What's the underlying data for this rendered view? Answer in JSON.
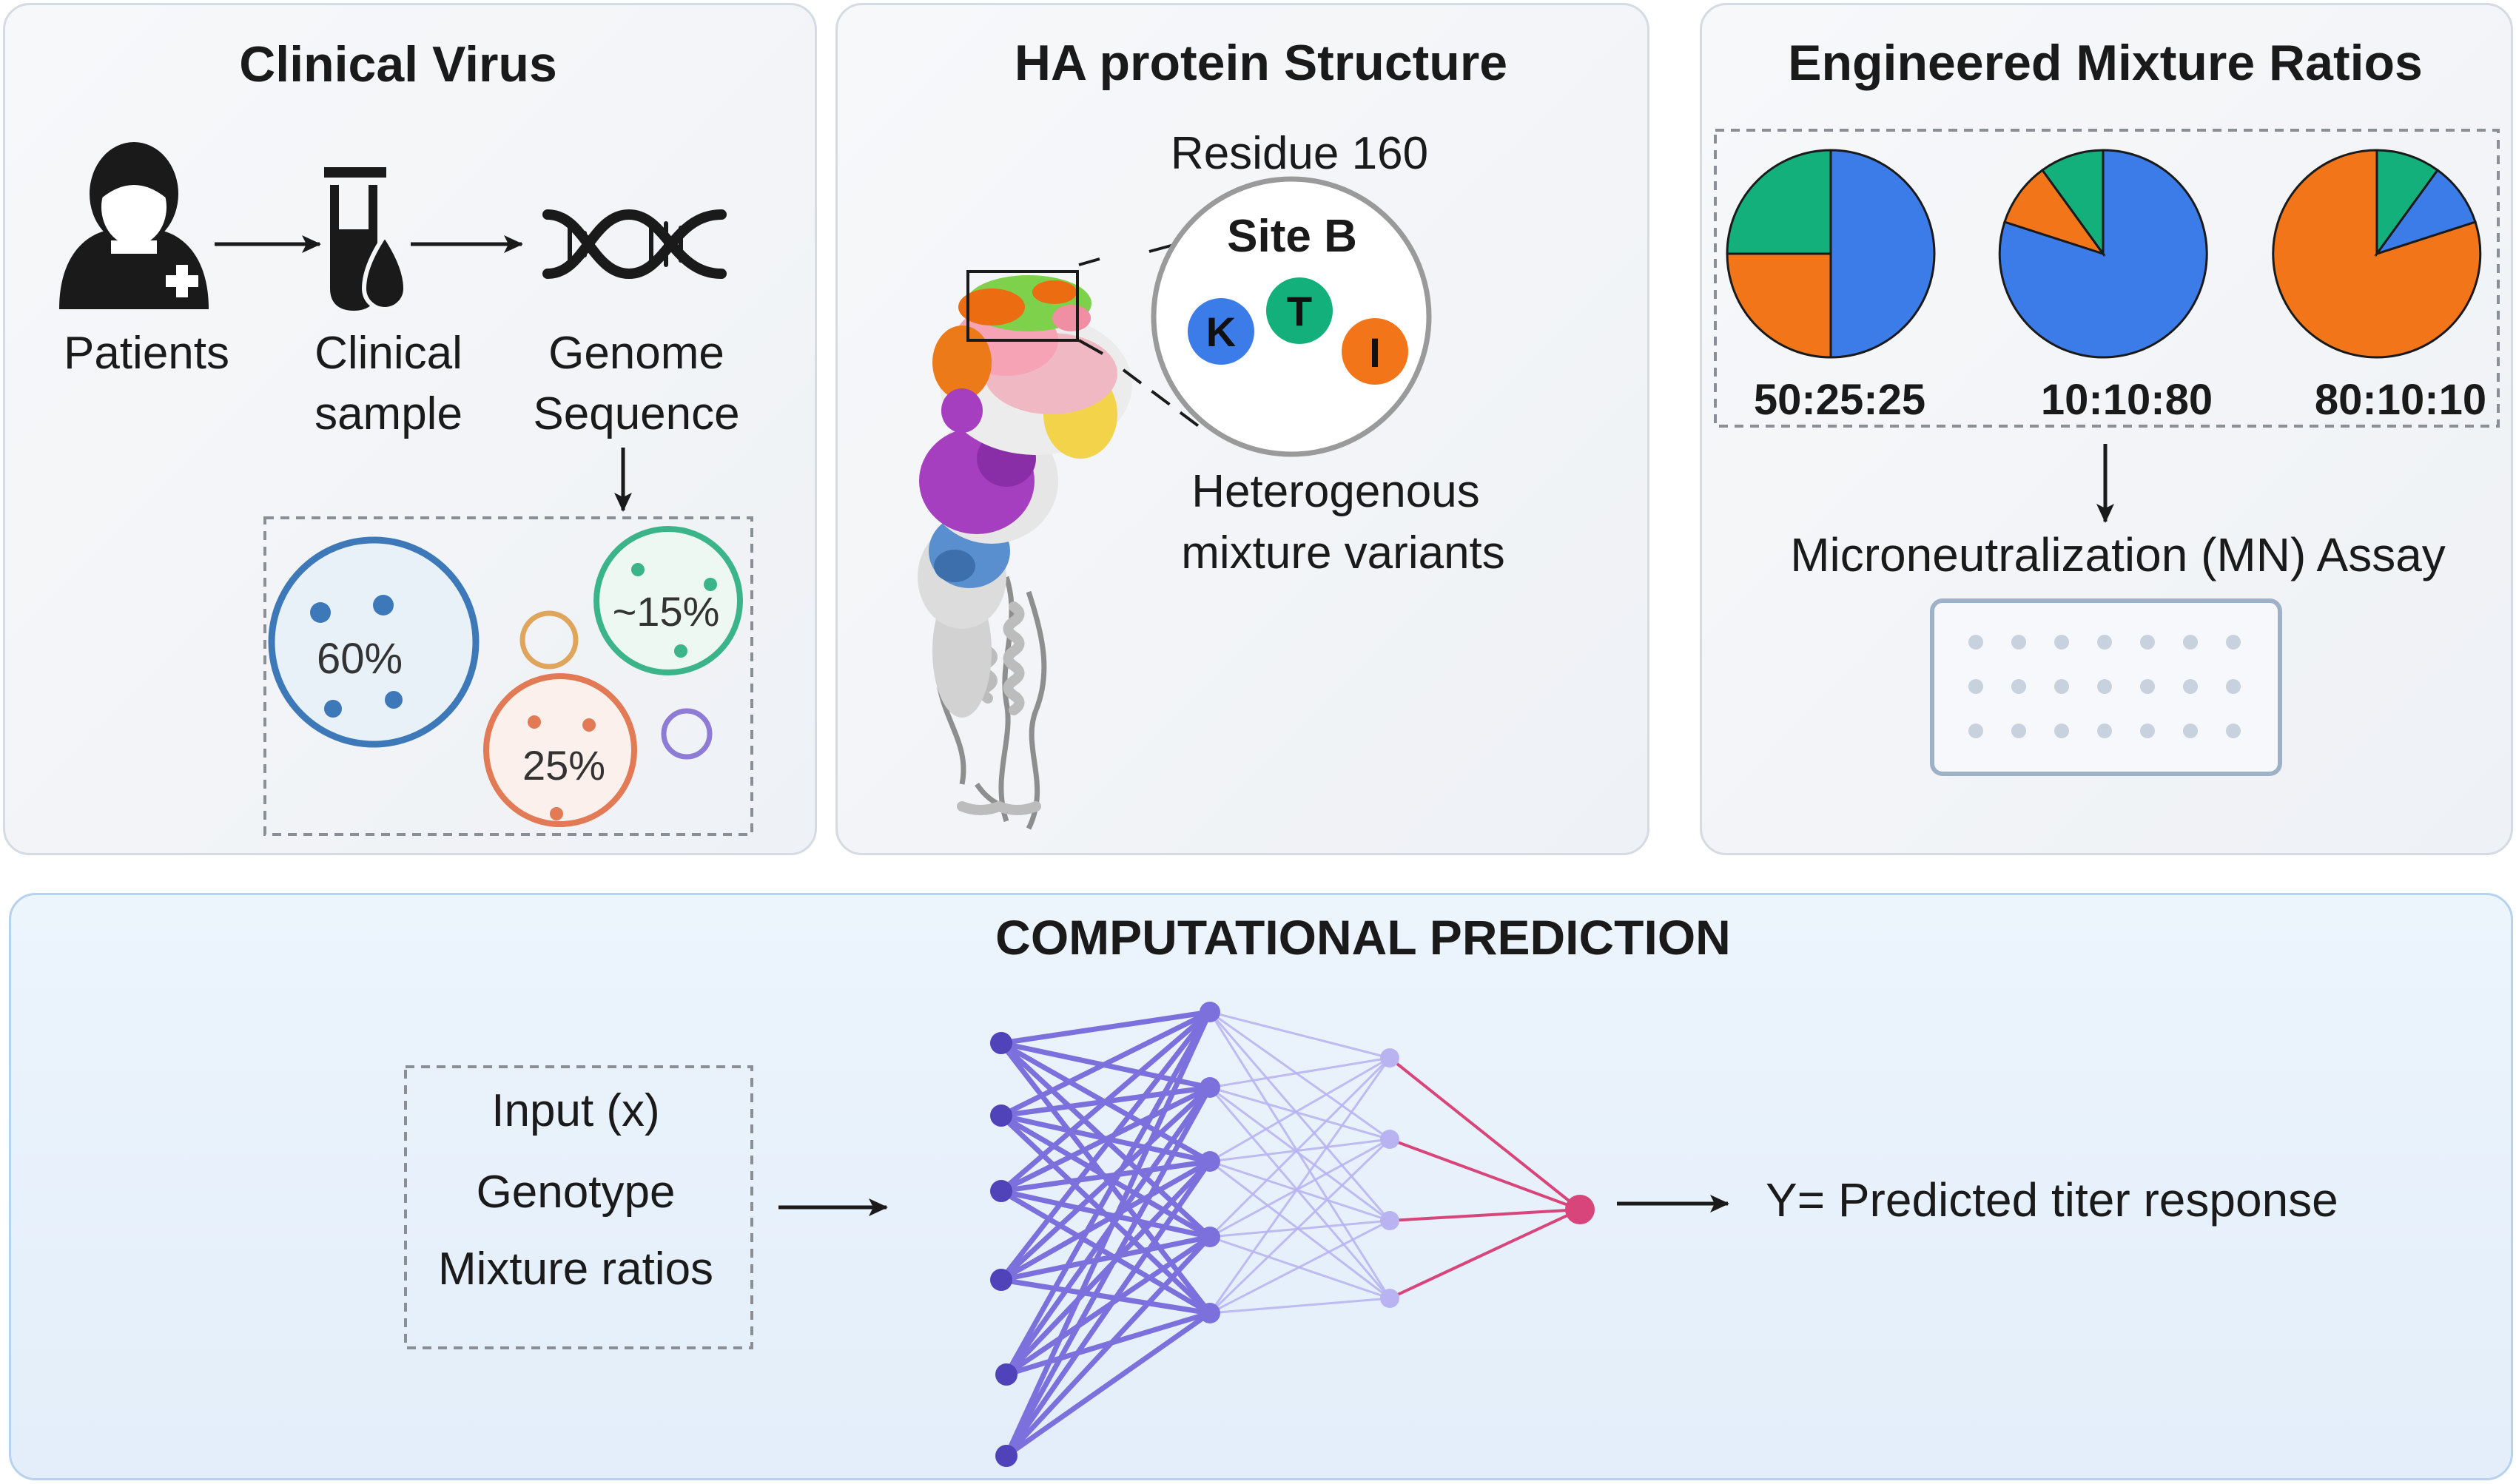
{
  "panels": {
    "clinical": {
      "title": "Clinical Virus",
      "patients_label": "Patients",
      "sample_label_1": "Clinical",
      "sample_label_2": "sample",
      "genome_label_1": "Genome",
      "genome_label_2": "Sequence",
      "variant_pct_1": "60%",
      "variant_pct_2": "~15%",
      "variant_pct_3": "25%"
    },
    "structure": {
      "title": "HA protein Structure",
      "residue_label": "Residue 160",
      "site_label": "Site B",
      "residues": [
        "K",
        "T",
        "I"
      ],
      "mixture_label_1": "Heterogenous",
      "mixture_label_2": "mixture variants"
    },
    "mixture": {
      "title": "Engineered Mixture Ratios",
      "ratios": [
        "50:25:25",
        "10:10:80",
        "80:10:10"
      ],
      "assay_label": "Microneutralization (MN) Assay"
    },
    "prediction": {
      "title": "COMPUTATIONAL PREDICTION",
      "input_lines": [
        "Input (x)",
        "Genotype",
        "Mixture ratios"
      ],
      "output_label": "Y= Predicted titer response"
    }
  },
  "colors": {
    "blue": "#3b7ce8",
    "orange": "#f27619",
    "green": "#13b07c",
    "input_node": "#5042b8",
    "hidden_node": "#7c70dd",
    "hidden2_node": "#b9b4f1",
    "output_node": "#d8457a"
  }
}
